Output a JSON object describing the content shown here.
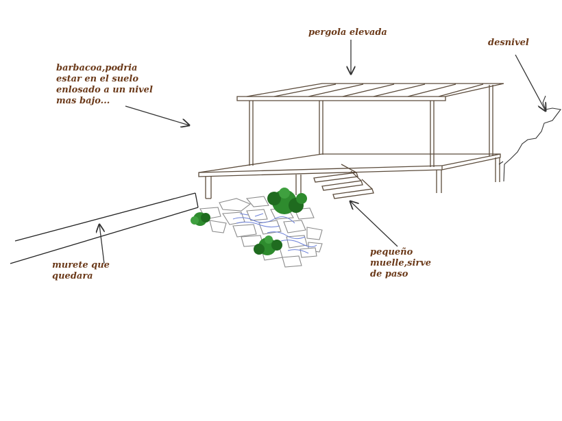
{
  "labels": {
    "pergola": "pergola elevada",
    "desnivel": "desnivel",
    "barbacoa": "barbacoa,podria\nestar en el suelo\nenlosado a un nivel\nmas bajo...",
    "murete": "murete que\nquedara",
    "muelle": "pequeño\nmuelle,sirve\nde paso"
  },
  "colors": {
    "line": "#5a4a3a",
    "text": "#6b3a1a",
    "stone_stroke": "#8a8a8a",
    "water": "#6a7fd8",
    "plant": "#2e8b2e",
    "plant_dark": "#1f6b1f"
  }
}
